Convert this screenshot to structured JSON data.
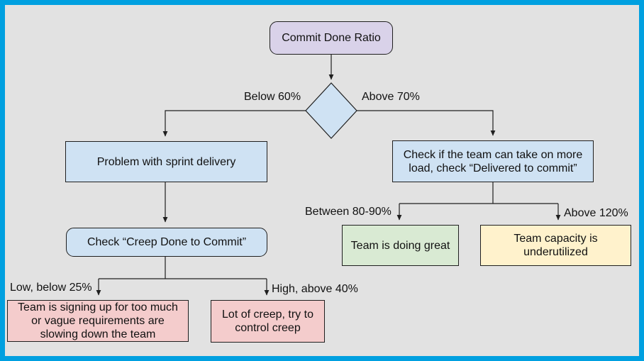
{
  "colors": {
    "frame": "#00a0e0",
    "background": "#e2e2e2",
    "node_purple": "#d9d2e9",
    "node_blue": "#cfe2f3",
    "node_pink": "#f4cccc",
    "node_green": "#d9ead3",
    "node_yellow": "#fff2cc",
    "line": "#1f1f1f"
  },
  "nodes": {
    "commit_done_ratio": {
      "label": "Commit Done Ratio",
      "fill": "#d9d2e9",
      "shape": "rounded"
    },
    "decision": {
      "label": "",
      "fill": "#cfe2f3",
      "shape": "diamond"
    },
    "problem_sprint": {
      "label": "Problem with sprint delivery",
      "fill": "#cfe2f3",
      "shape": "rect"
    },
    "check_creep": {
      "label": "Check “Creep Done to Commit”",
      "fill": "#cfe2f3",
      "shape": "rounded"
    },
    "too_much": {
      "label": "Team is signing up for too much\nor vague requirements are\nslowing down the team",
      "fill": "#f4cccc",
      "shape": "rect"
    },
    "lot_of_creep": {
      "label": "Lot of creep, try to\ncontrol creep",
      "fill": "#f4cccc",
      "shape": "rect"
    },
    "check_delivered": {
      "label": "Check if the team can take on more\nload, check “Delivered to commit”",
      "fill": "#cfe2f3",
      "shape": "rect"
    },
    "doing_great": {
      "label": "Team is doing great",
      "fill": "#d9ead3",
      "shape": "rect"
    },
    "underutilized": {
      "label": "Team capacity is\nunderutilized",
      "fill": "#fff2cc",
      "shape": "rect"
    }
  },
  "edges": {
    "commit_to_decision": {
      "from": "commit_done_ratio",
      "to": "decision",
      "label": ""
    },
    "decision_to_problem": {
      "from": "decision",
      "to": "problem_sprint",
      "label": "Below 60%"
    },
    "decision_to_delivered": {
      "from": "decision",
      "to": "check_delivered",
      "label": "Above 70%"
    },
    "problem_to_checkcreep": {
      "from": "problem_sprint",
      "to": "check_creep",
      "label": ""
    },
    "checkcreep_to_toomuch": {
      "from": "check_creep",
      "to": "too_much",
      "label": "Low, below 25%"
    },
    "checkcreep_to_lotofcreep": {
      "from": "check_creep",
      "to": "lot_of_creep",
      "label": "High, above 40%"
    },
    "delivered_to_great": {
      "from": "check_delivered",
      "to": "doing_great",
      "label": "Between 80-90%"
    },
    "delivered_to_underutilized": {
      "from": "check_delivered",
      "to": "underutilized",
      "label": "Above 120%"
    }
  }
}
